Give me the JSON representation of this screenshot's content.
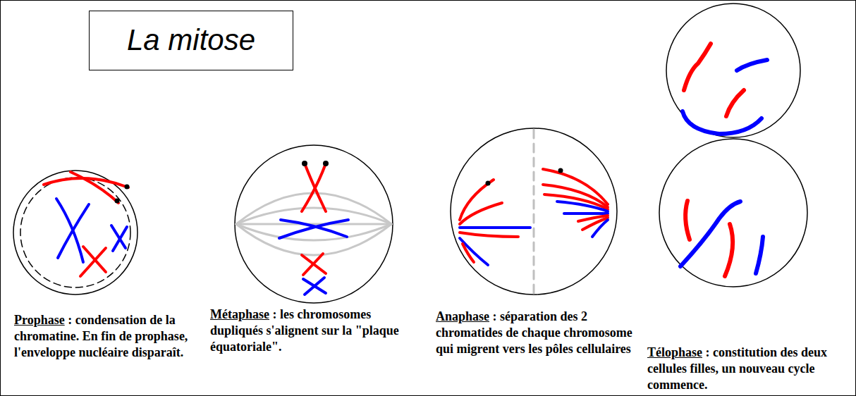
{
  "diagram": {
    "nodes": [
      {
        "text": [
          "La mitose"
        ]
      }
    ],
    "labels": [
      "Prophase",
      ": condensation de la chromatine. En fin de prophase, l'enveloppe nucléaire disparaît.",
      "Métaphase",
      ": les chromosomes dupliqués s'alignent sur la \"plaque équatoriale\".",
      "Anaphase",
      ": séparation des 2 chromatides de chaque chromosome qui migrent vers les pôles cellulaires",
      "Télophase",
      ": constitution des deux cellules filles, un nouveau cycle commence."
    ]
  }
}
